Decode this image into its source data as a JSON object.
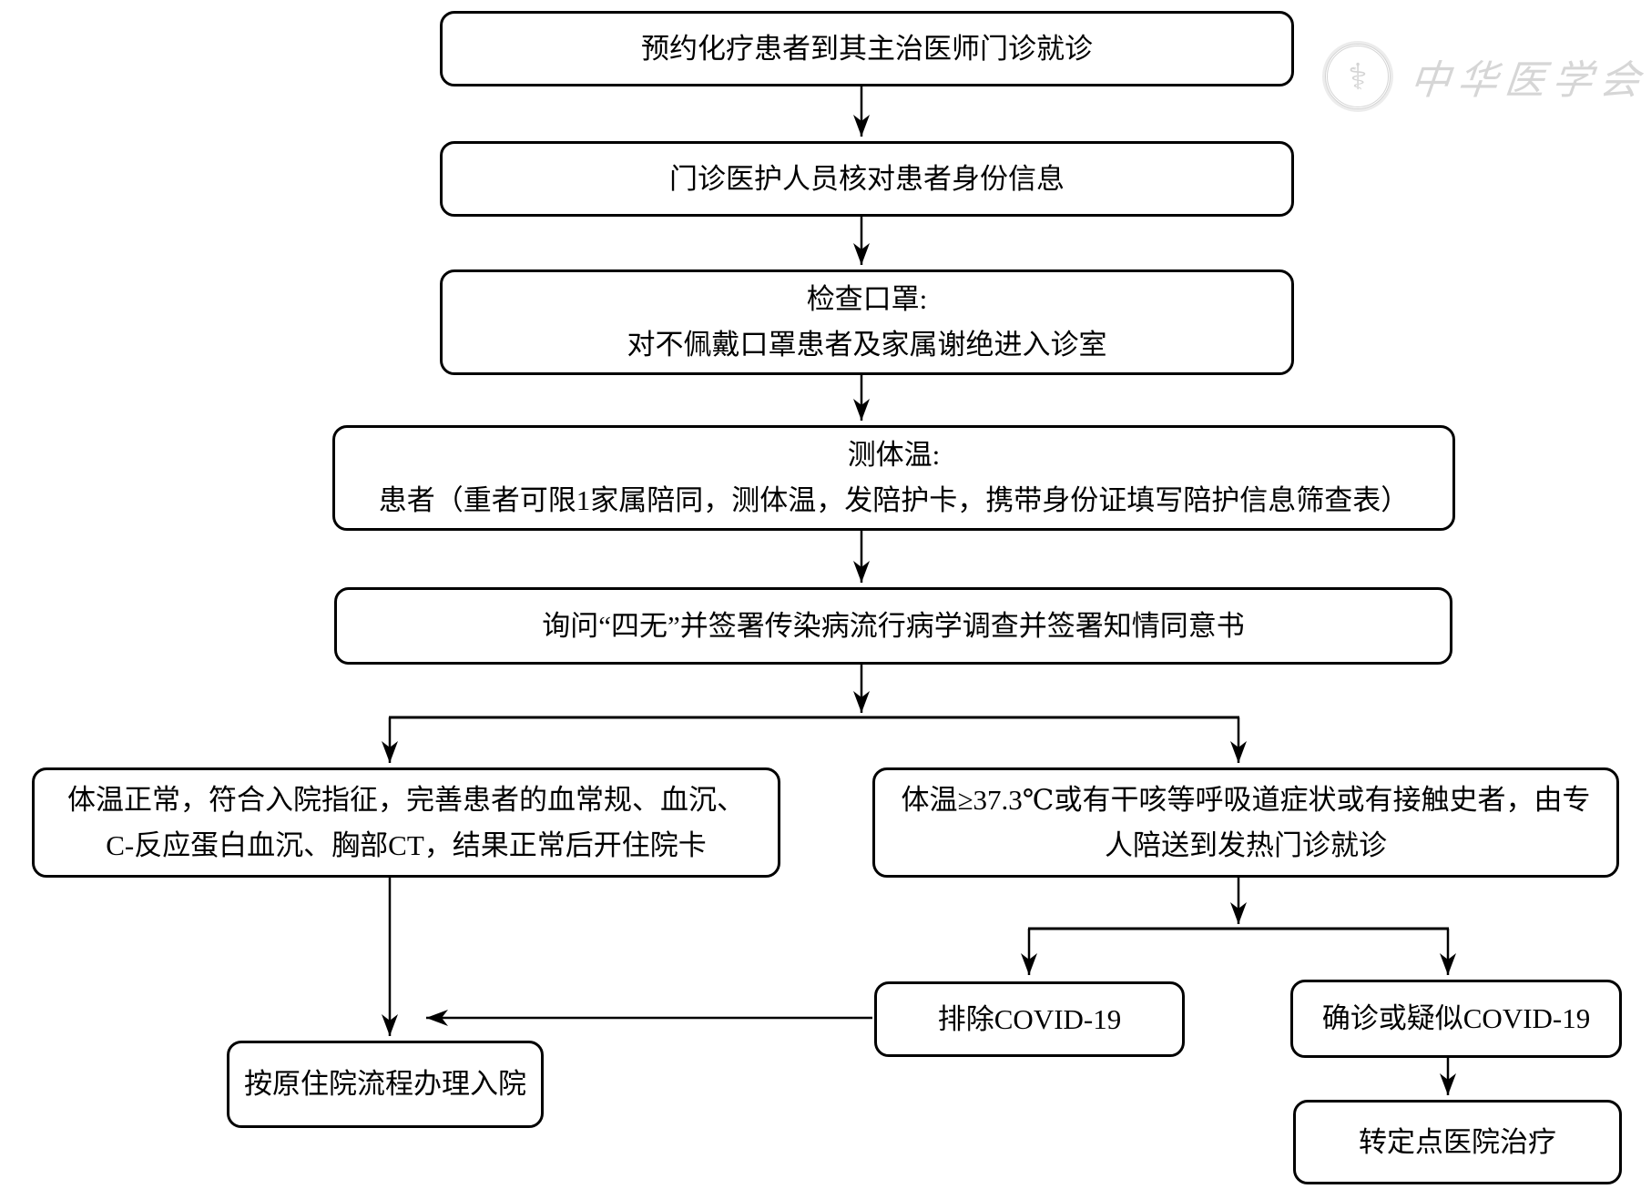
{
  "watermark": {
    "text": "中华医学会"
  },
  "nodes": {
    "appointment": {
      "label": "预约化疗患者到其主治医师门诊就诊"
    },
    "identity": {
      "label": "门诊医护人员核对患者身份信息"
    },
    "mask": {
      "title": "检查口罩:",
      "body": "对不佩戴口罩患者及家属谢绝进入诊室"
    },
    "temperature": {
      "title": "测体温:",
      "body": "患者（重者可限1家属陪同，测体温，发陪护卡，携带身份证填写陪护信息筛查表）"
    },
    "survey": {
      "label": "询问“四无”并签署传染病流行病学调查并签署知情同意书"
    },
    "normal": {
      "label": "体温正常，符合入院指征，完善患者的血常规、血沉、C-反应蛋白血沉、胸部CT，结果正常后开住院卡"
    },
    "fever": {
      "label": "体温≥37.3℃或有干咳等呼吸道症状或有接触史者，由专人陪送到发热门诊就诊"
    },
    "exclude": {
      "label": "排除COVID-19"
    },
    "confirm": {
      "label": "确诊或疑似COVID-19"
    },
    "admit": {
      "label": "按原住院流程办理入院"
    },
    "transfer": {
      "label": "转定点医院治疗"
    }
  }
}
